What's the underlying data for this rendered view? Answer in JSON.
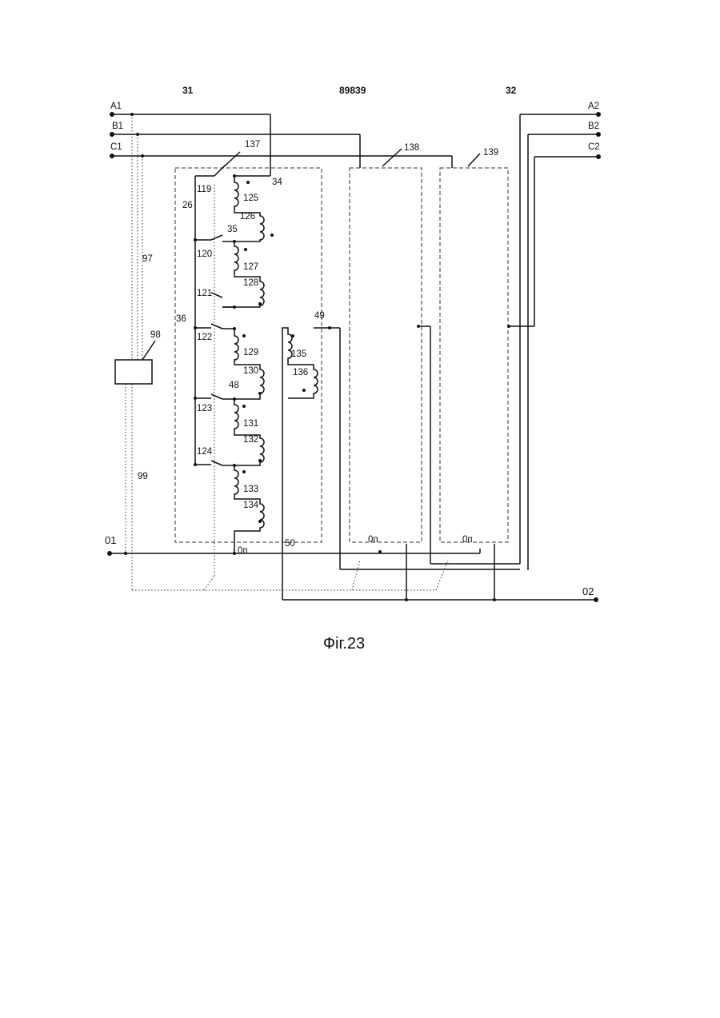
{
  "header": {
    "left": "31",
    "center": "89839",
    "right": "32"
  },
  "caption": "Фiг.23",
  "terminals": {
    "a1": "A1",
    "b1": "B1",
    "c1": "C1",
    "a2": "A2",
    "b2": "B2",
    "c2": "C2",
    "o1": "01",
    "o2": "02"
  },
  "labels": {
    "n137": "137",
    "n138": "138",
    "n139": "139",
    "n34": "34",
    "n35": "35",
    "n26": "26",
    "n97": "97",
    "n98": "98",
    "n99": "99",
    "n36": "36",
    "n48": "48",
    "n49": "49",
    "n50": "50",
    "n119": "119",
    "n120": "120",
    "n121": "121",
    "n122": "122",
    "n123": "123",
    "n124": "124",
    "n125": "125",
    "n126": "126",
    "n127": "127",
    "n128": "128",
    "n129": "129",
    "n130": "130",
    "n131": "131",
    "n132": "132",
    "n133": "133",
    "n134": "134",
    "n135": "135",
    "n136": "136",
    "op1": "0п",
    "op2": "0п",
    "op3": "0п"
  }
}
